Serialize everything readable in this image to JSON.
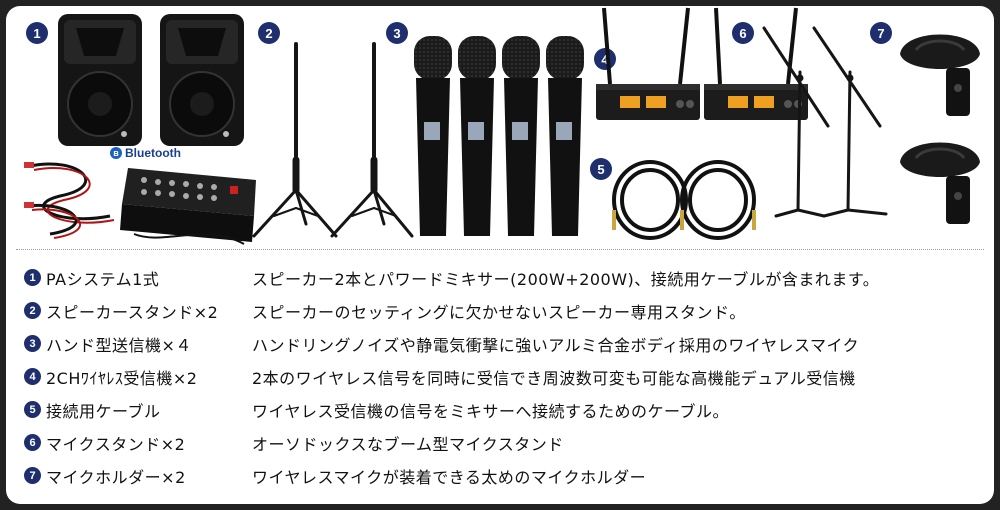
{
  "badges": [
    "1",
    "2",
    "3",
    "4",
    "5",
    "6",
    "7"
  ],
  "bluetooth_label": "Bluetooth",
  "bluetooth_icon": "bluetooth-icon",
  "colors": {
    "badge": "#1f2f6e",
    "panel": "#ffffff",
    "frame": "#222222",
    "display_amber": "#f0a020"
  },
  "specs": [
    {
      "num": "1",
      "name": "PAシステム1式",
      "desc": "スピーカー2本とパワードミキサー(200W+200W)、接続用ケーブルが含まれます。"
    },
    {
      "num": "2",
      "name": "スピーカースタンド×2",
      "desc": "スピーカーのセッティングに欠かせないスピーカー専用スタンド。"
    },
    {
      "num": "3",
      "name": "ハンド型送信機×４",
      "desc": "ハンドリングノイズや静電気衝撃に強いアルミ合金ボディ採用のワイヤレスマイク"
    },
    {
      "num": "4",
      "name": "2CHﾜｲﾔﾚｽ受信機×2",
      "desc": "2本のワイヤレス信号を同時に受信でき周波数可変も可能な高機能デュアル受信機"
    },
    {
      "num": "5",
      "name": "接続用ケーブル",
      "desc": "ワイヤレス受信機の信号をミキサーへ接続するためのケーブル。"
    },
    {
      "num": "6",
      "name": "マイクスタンド×2",
      "desc": "オーソドックスなブーム型マイクスタンド"
    },
    {
      "num": "7",
      "name": "マイクホルダー×2",
      "desc": "ワイヤレスマイクが装着できる太めのマイクホルダー"
    }
  ]
}
